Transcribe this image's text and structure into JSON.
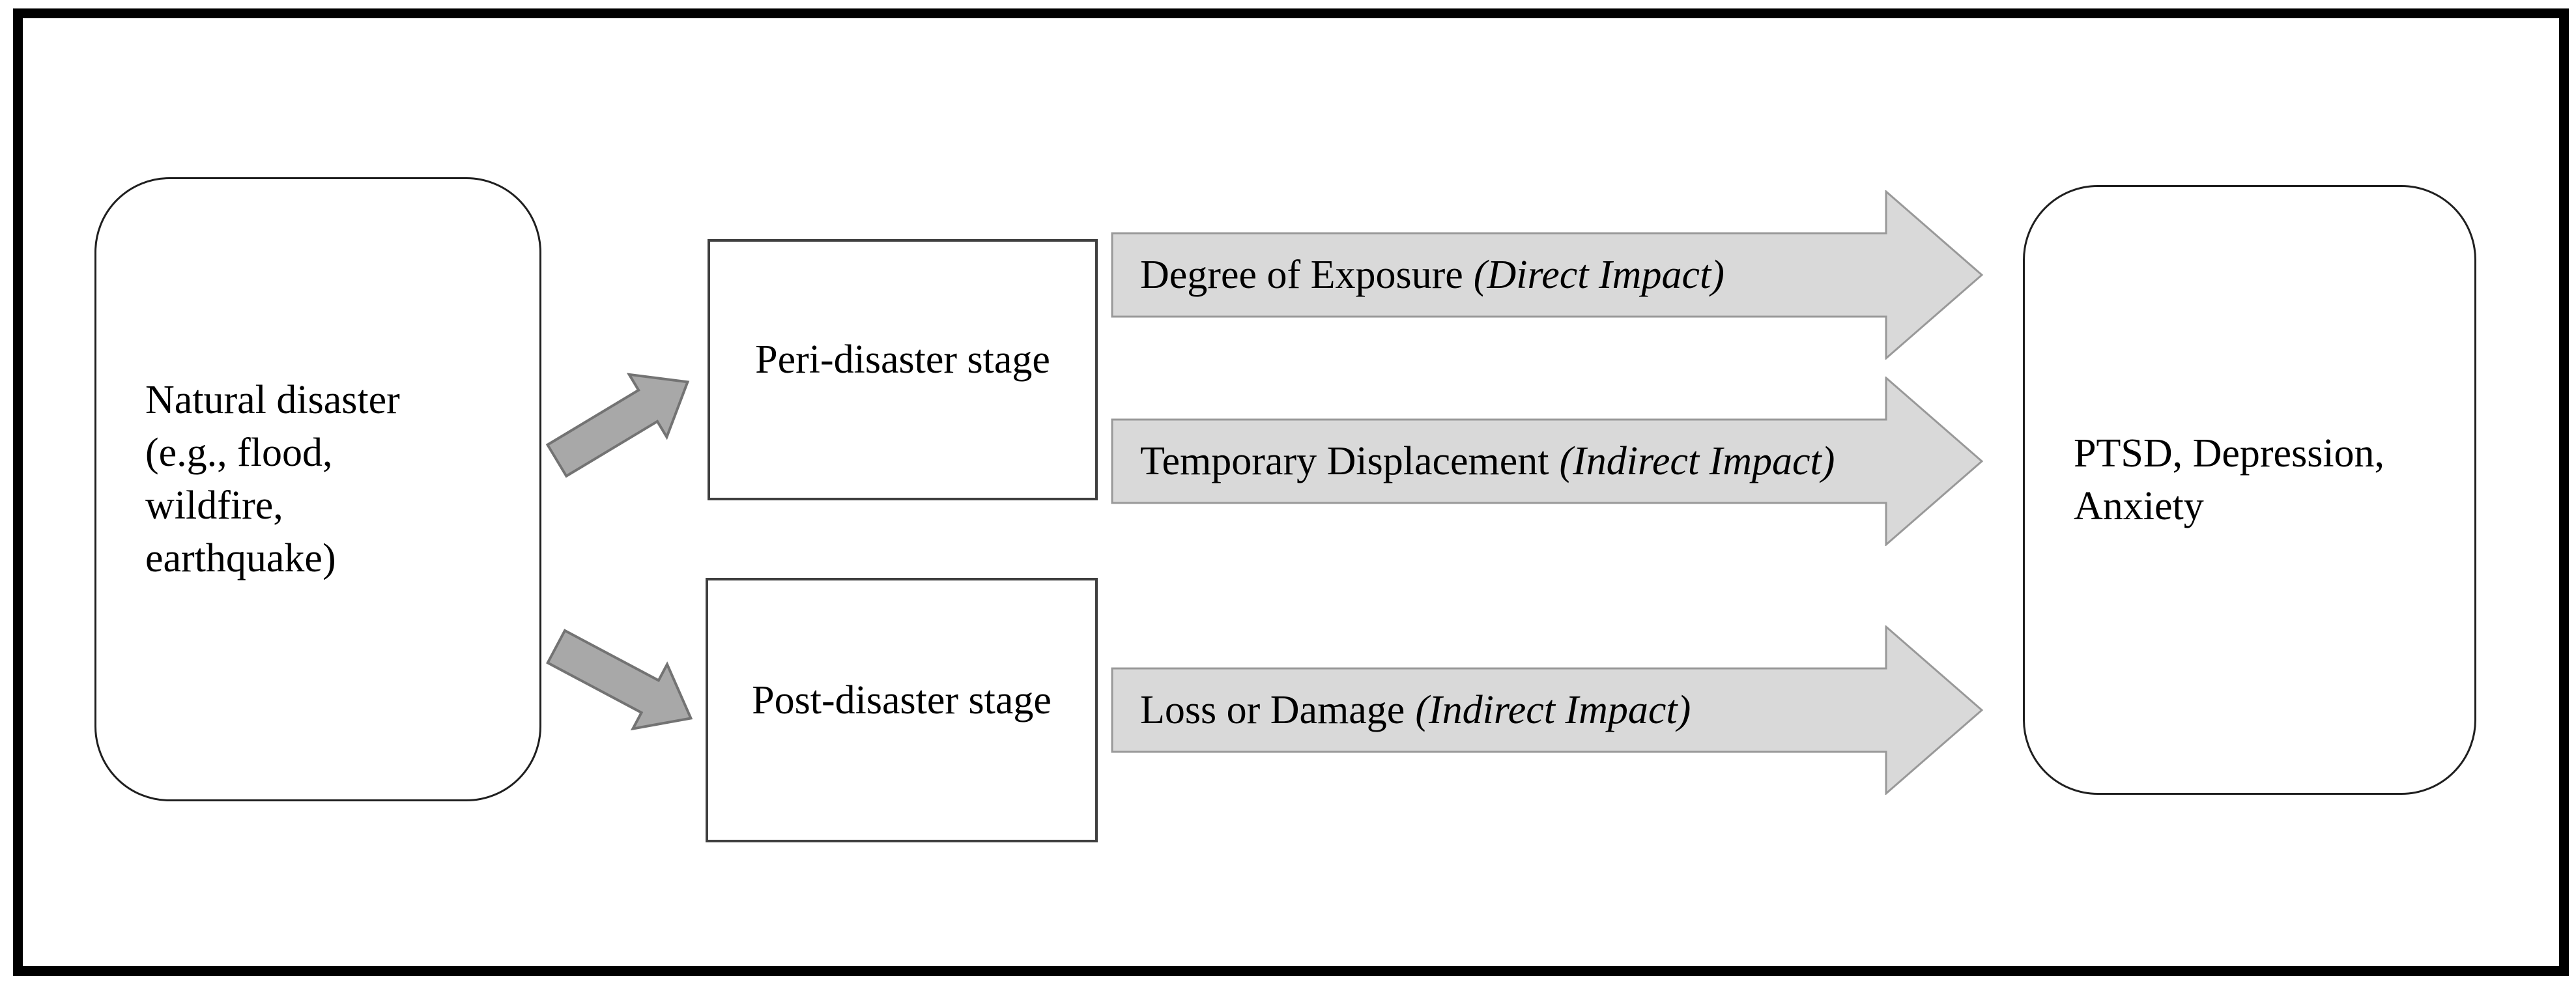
{
  "diagram": {
    "type": "flow-diagram",
    "description": "Pathways from natural disaster stages to mental health outcomes"
  },
  "nodes": {
    "natural_disaster": {
      "lines": [
        "Natural disaster",
        "(e.g., flood,",
        "wildfire,",
        "earthquake)"
      ]
    },
    "peri_stage": {
      "label": "Peri-disaster stage"
    },
    "post_stage": {
      "label": "Post-disaster stage"
    },
    "outcomes": {
      "lines": [
        "PTSD, Depression,",
        "Anxiety"
      ]
    }
  },
  "arrows": [
    {
      "label": "Degree of Exposure",
      "qualifier": "(Direct Impact)",
      "from": "peri_stage",
      "to": "outcomes"
    },
    {
      "label": "Temporary Displacement",
      "qualifier": "(Indirect Impact)",
      "from": "peri_stage",
      "to": "outcomes"
    },
    {
      "label": "Loss or Damage",
      "qualifier": "(Indirect Impact)",
      "from": "post_stage",
      "to": "outcomes"
    }
  ],
  "connectors": [
    {
      "from": "natural_disaster",
      "to": "peri_stage",
      "direction": "up-right"
    },
    {
      "from": "natural_disaster",
      "to": "post_stage",
      "direction": "down-right"
    }
  ],
  "colors": {
    "background": "#ffffff",
    "frame_border": "#000000",
    "node_border": "#1f1f1f",
    "stagebox_border": "#3f3f3f",
    "big_arrow_fill": "#d9d9d9",
    "big_arrow_stroke": "#999999",
    "connector_fill": "#a8a8a8",
    "connector_stroke": "#737373",
    "text": "#000000"
  }
}
